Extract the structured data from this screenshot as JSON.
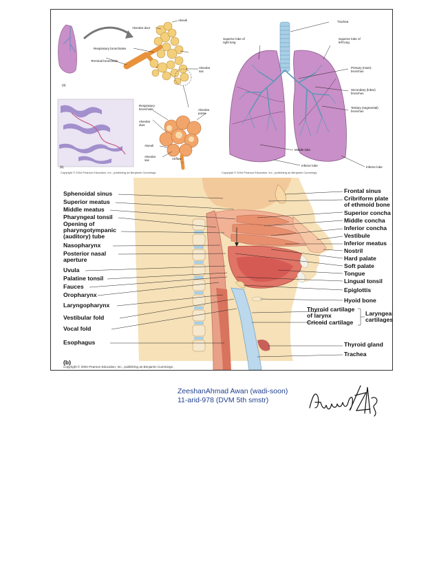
{
  "alveoli": {
    "labels": {
      "alveolar_duct": "Alveolar duct",
      "alveoli": "Alveoli",
      "respiratory_bronchioles": "Respiratory bronchioles",
      "terminal_bronchiole": "Terminal bronchiole",
      "alveolar_sac": "Alveolar sac",
      "panel_a": "(a)",
      "resp_bronchiole_b": "Respiratory bronchiole",
      "alveolar_duct_b": "Alveolar duct",
      "alveoli_b": "Alveoli",
      "alveolar_sac_b": "Alveolar sac",
      "alveolar_pores": "Alveolar pores",
      "alveolus": "Alveoli",
      "airflow": "Airflow",
      "panel_b": "(b)"
    },
    "credit": "Copyright © 2004 Pearson Education, Inc., publishing as Benjamin Cummings."
  },
  "lungs": {
    "labels": {
      "trachea": "Trachea",
      "superior_right": "Superior lobe of right lung",
      "superior_left": "Superior lobe of left lung",
      "primary_bronchus": "Primary (main) bronchus",
      "secondary_bronchus": "Secondary (lobar) bronchus",
      "tertiary_bronchus": "Tertiary (segmental) bronchus",
      "middle_lobe": "Middle lobe",
      "inferior_lobe_r": "Inferior lobe",
      "inferior_lobe_l": "Inferior lobe"
    },
    "credit": "Copyright © 2004 Pearson Education, Inc., publishing as Benjamin Cummings."
  },
  "head": {
    "left_labels": [
      "Sphenoidal sinus",
      "Superior meatus",
      "Middle meatus",
      "Pharyngeal tonsil",
      "Opening of",
      "pharyngotympanic",
      "(auditory) tube",
      "Nasopharynx",
      "Posterior nasal",
      "aperture",
      "Uvula",
      "Palatine tonsil",
      "Fauces",
      "Oropharynx",
      "Laryngopharynx",
      "Vestibular fold",
      "Vocal fold",
      "Esophagus"
    ],
    "right_labels": [
      "Frontal sinus",
      "Cribriform plate",
      "of ethmoid bone",
      "Superior concha",
      "Middle concha",
      "Inferior concha",
      "Vestibule",
      "Inferior meatus",
      "Nostril",
      "Hard palate",
      "Soft palate",
      "Tongue",
      "Lingual tonsil",
      "Epiglottis",
      "Hyoid bone",
      "Thyroid cartilage",
      "of larynx",
      "Cricoid cartilage",
      "Thyroid gland",
      "Trachea"
    ],
    "laryngeal": [
      "Laryngeal",
      "cartilages"
    ],
    "panel_label": "(b)",
    "credit": "Copyright © 2004 Pearson Education, Inc., publishing as Benjamin Cummings."
  },
  "note": {
    "line1": "ZeeshanAhmad Awan (wadi-soon)",
    "line2": "11-arid-978 (DVM 5th smstr)"
  },
  "signature_text": "AwanZH",
  "colors": {
    "lung_pink": "#c98fc8",
    "alveoli_yellow": "#f3cf7a",
    "bronchus_orange": "#e8923c",
    "tissue_salmon": "#f2b296",
    "bone": "#f6e1b8",
    "note_blue": "#1f3f8f"
  }
}
